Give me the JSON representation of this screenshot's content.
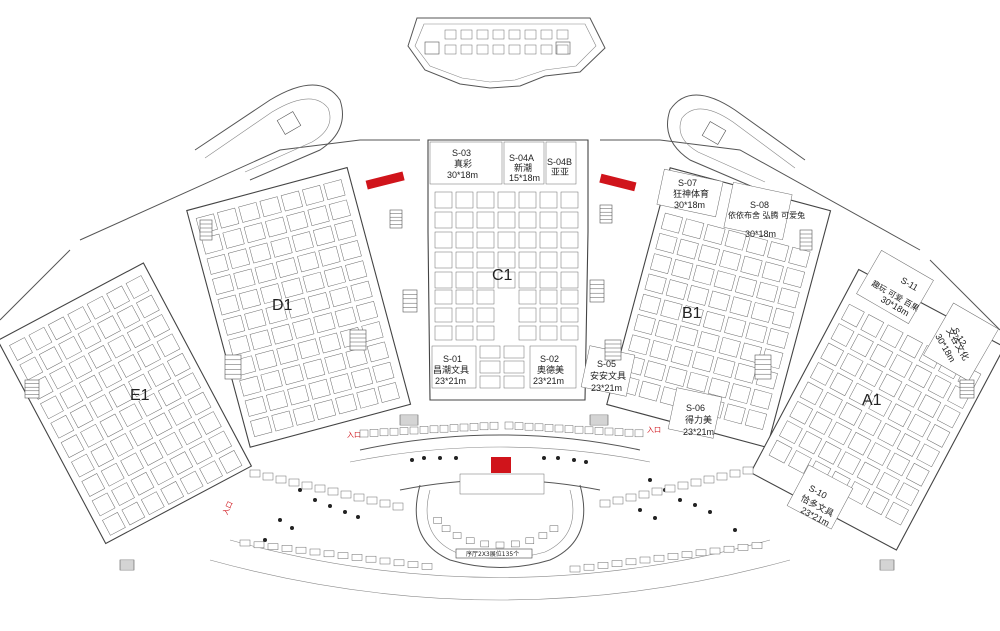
{
  "halls": [
    {
      "id": "C1",
      "label": "C1"
    },
    {
      "id": "D1",
      "label": "D1"
    },
    {
      "id": "E1",
      "label": "E1"
    },
    {
      "id": "B1",
      "label": "B1"
    },
    {
      "id": "A1",
      "label": "A1"
    }
  ],
  "special_booths": [
    {
      "code": "S-03",
      "name": "真彩",
      "size": "30*18m"
    },
    {
      "code": "S-04A",
      "name": "新潮",
      "size": "15*18m"
    },
    {
      "code": "S-04B",
      "name": "亚亚",
      "size": ""
    },
    {
      "code": "S-01",
      "name": "昌潮文具",
      "size": "23*21m"
    },
    {
      "code": "S-02",
      "name": "奥德美",
      "size": "23*21m"
    },
    {
      "code": "S-07",
      "name": "狂神体育",
      "size": "30*18m"
    },
    {
      "code": "S-08",
      "name": "依依布舍 弘腾 可爱兔",
      "size": "30*18m"
    },
    {
      "code": "S-05",
      "name": "安安文具",
      "size": "23*21m"
    },
    {
      "code": "S-06",
      "name": "得力美",
      "size": "23*21m"
    },
    {
      "code": "S-11",
      "name": "趣玩 可爱 百果",
      "size": "30*18m"
    },
    {
      "code": "S-12",
      "name": "文谷文化",
      "size": "30*18m"
    },
    {
      "code": "S-10",
      "name": "恰多文具",
      "size": "23*21m"
    }
  ],
  "entrances": [
    {
      "label": "入口"
    },
    {
      "label": "入口"
    },
    {
      "label": "入口"
    }
  ],
  "bottom_label": "序厅2X3展位135个",
  "colors": {
    "accent_red": "#d0141b",
    "line": "#555555",
    "background": "#ffffff"
  }
}
